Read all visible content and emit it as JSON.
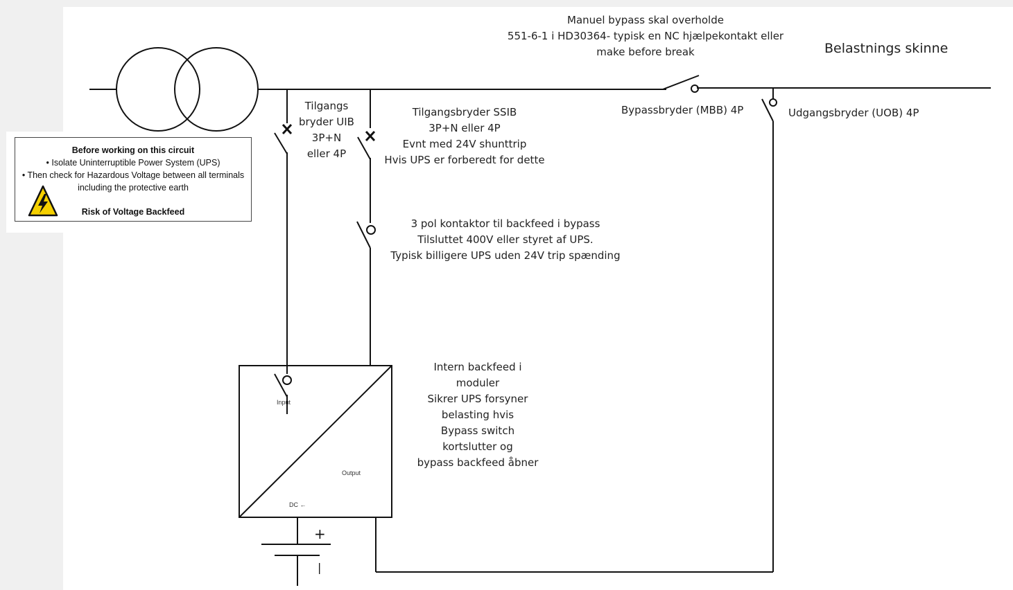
{
  "warning": {
    "title": "Before working on this circuit",
    "bullet1": "•  Isolate Uninterruptible Power System (UPS)",
    "bullet2": "•  Then check for Hazardous Voltage between all terminals",
    "bullet2_cont": "including the protective earth",
    "risk": "Risk of Voltage Backfeed",
    "icon": "high-voltage-warning-icon",
    "icon_color": "#f5d000"
  },
  "labels": {
    "bypass_note": [
      "Manuel bypass skal overholde",
      "551-6-1 i HD30364- typisk en NC hjælpekontakt eller",
      "make before break"
    ],
    "load_bus": "Belastnings skinne",
    "uib": [
      "Tilgangs",
      "bryder UIB",
      "3P+N",
      "eller 4P"
    ],
    "ssib": [
      "Tilgangsbryder SSIB",
      "3P+N eller 4P",
      "Evnt med 24V shunttrip",
      "Hvis UPS er forberedt for dette"
    ],
    "mbb": "Bypassbryder (MBB) 4P",
    "uob": "Udgangsbryder (UOB) 4P",
    "contactor": [
      "3 pol kontaktor til backfeed i bypass",
      "Tilsluttet 400V eller styret af UPS.",
      "Typisk billigere UPS uden 24V trip spænding"
    ],
    "internal": [
      "Intern backfeed i",
      "moduler",
      "Sikrer UPS forsyner",
      "belasting hvis",
      "Bypass switch",
      "kortslutter og",
      "bypass backfeed åbner"
    ]
  },
  "ups_box": {
    "input": "Input",
    "output": "Output",
    "dc": "DC ←"
  },
  "battery": {
    "plus": "+",
    "minus": "|"
  }
}
